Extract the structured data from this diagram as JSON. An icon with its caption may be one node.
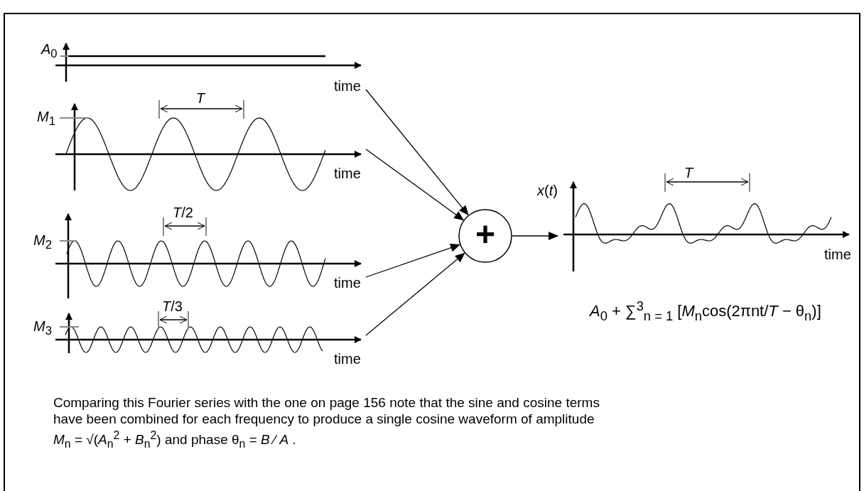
{
  "diagram": {
    "caption": "Comparing this Fourier series with the one on page 156 note that the sine and cosine terms have been combined for each frequency to produce a single cosine waveform of amplitude *M*$_{n}$ = √(*A*$_{n}$$^{2}$ + *B*$_{n}$$^{2}$) and phase θ$_{n}$ = *B* ⁄ *A* .",
    "nodes": [
      {
        "text": [
          "*A*$_{0}$",
          "time"
        ]
      },
      {
        "text": [
          "*M*$_{1}$",
          "*T*",
          "time"
        ]
      },
      {
        "text": [
          "*M*$_{2}$",
          "*T*/2",
          "time"
        ]
      },
      {
        "text": [
          "*M*$_{3}$",
          "*T*/3",
          "time"
        ]
      },
      {
        "text": [
          "+"
        ]
      },
      {
        "text": [
          "*x*(*t*)",
          "*T*",
          "time"
        ]
      }
    ],
    "edges": [
      {
        "from": 0,
        "to": 4,
        "arrow": "to"
      },
      {
        "from": 1,
        "to": 4,
        "arrow": "to"
      },
      {
        "from": 2,
        "to": 4,
        "arrow": "to"
      },
      {
        "from": 3,
        "to": 4,
        "arrow": "to"
      },
      {
        "from": 4,
        "to": 5,
        "arrow": "to"
      }
    ],
    "labels": [
      "*A*$_{0}$ + ∑$^{3}$$_{n = 1}$ [*M*$_{n}$cos(2πnt/*T* − θ$_{n}$)]"
    ]
  }
}
